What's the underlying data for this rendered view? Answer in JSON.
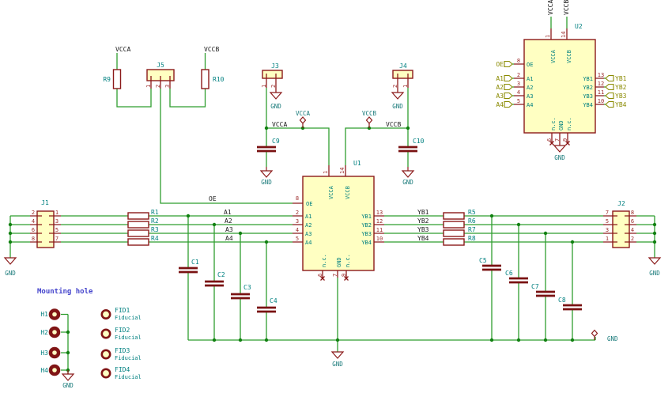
{
  "colors": {
    "wire": "#2f9e2f",
    "component_outline": "#8b1a1a",
    "component_fill": "#ffffc2",
    "pin_number": "#9d2b2b",
    "pin_name": "#008080",
    "reference": "#008080",
    "net_label": "#1a1a1a",
    "global_label": "#8a8a00",
    "power_label": "#157878",
    "note": "#4444cc"
  },
  "power": {
    "gnd": "GND",
    "vcca": "VCCA",
    "vccb": "VCCB"
  },
  "nets": {
    "oe": "OE",
    "vcca": "VCCA",
    "vccb": "VCCB",
    "a": [
      "A1",
      "A2",
      "A3",
      "A4"
    ],
    "yb": [
      "YB1",
      "YB2",
      "YB3",
      "YB4"
    ]
  },
  "ics": {
    "u1": {
      "ref": "U1",
      "top_pins": [
        {
          "num": "1",
          "name": "VCCA"
        },
        {
          "num": "14",
          "name": "VCCB"
        }
      ],
      "left_pins": [
        {
          "num": "8",
          "name": "OE"
        },
        {
          "num": "2",
          "name": "A1"
        },
        {
          "num": "3",
          "name": "A2"
        },
        {
          "num": "4",
          "name": "A3"
        },
        {
          "num": "5",
          "name": "A4"
        }
      ],
      "right_pins": [
        {
          "num": "13",
          "name": "YB1"
        },
        {
          "num": "12",
          "name": "YB2"
        },
        {
          "num": "11",
          "name": "YB3"
        },
        {
          "num": "10",
          "name": "YB4"
        }
      ],
      "bottom_pins": [
        {
          "num": "6",
          "name": "n.c."
        },
        {
          "num": "7",
          "name": "GND"
        },
        {
          "num": "9",
          "name": "n.c."
        }
      ]
    },
    "u2": {
      "ref": "U2",
      "top_pins": [
        {
          "num": "1",
          "name": "VCCA"
        },
        {
          "num": "14",
          "name": "VCCB"
        }
      ],
      "left_pins": [
        {
          "num": "8",
          "name": "OE"
        },
        {
          "num": "2",
          "name": "A1"
        },
        {
          "num": "3",
          "name": "A2"
        },
        {
          "num": "4",
          "name": "A3"
        },
        {
          "num": "5",
          "name": "A4"
        }
      ],
      "right_pins": [
        {
          "num": "13",
          "name": "YB1"
        },
        {
          "num": "12",
          "name": "YB2"
        },
        {
          "num": "11",
          "name": "YB3"
        },
        {
          "num": "10",
          "name": "YB4"
        }
      ],
      "bottom_pins": [
        {
          "num": "6",
          "name": "n.c."
        },
        {
          "num": "7",
          "name": "GND"
        },
        {
          "num": "9",
          "name": "n.c."
        }
      ],
      "input_labels": [
        "OE",
        "A1",
        "A2",
        "A3",
        "A4"
      ],
      "output_labels": [
        "YB1",
        "YB2",
        "YB3",
        "YB4"
      ],
      "supply_labels": [
        "VCCA",
        "VCCB"
      ]
    }
  },
  "connectors": {
    "j1": {
      "ref": "J1",
      "left_pins": [
        "2",
        "4",
        "6",
        "8"
      ],
      "right_pins": [
        "1",
        "3",
        "5",
        "7"
      ]
    },
    "j2": {
      "ref": "J2",
      "left_pins": [
        "7",
        "5",
        "3",
        "1"
      ],
      "right_pins": [
        "8",
        "6",
        "4",
        "2"
      ]
    },
    "j3": {
      "ref": "J3",
      "pins": [
        "1",
        "2"
      ]
    },
    "j4": {
      "ref": "J4",
      "pins": [
        "2",
        "1"
      ]
    },
    "j5": {
      "ref": "J5",
      "pins": [
        "1",
        "2",
        "3"
      ]
    }
  },
  "resistors": [
    {
      "ref": "R1"
    },
    {
      "ref": "R2"
    },
    {
      "ref": "R3"
    },
    {
      "ref": "R4"
    },
    {
      "ref": "R5"
    },
    {
      "ref": "R6"
    },
    {
      "ref": "R7"
    },
    {
      "ref": "R8"
    },
    {
      "ref": "R9"
    },
    {
      "ref": "R10"
    }
  ],
  "capacitors": [
    {
      "ref": "C1"
    },
    {
      "ref": "C2"
    },
    {
      "ref": "C3"
    },
    {
      "ref": "C4"
    },
    {
      "ref": "C5"
    },
    {
      "ref": "C6"
    },
    {
      "ref": "C7"
    },
    {
      "ref": "C8"
    },
    {
      "ref": "C9"
    },
    {
      "ref": "C10"
    }
  ],
  "mounting": {
    "title": "Mounting hole",
    "holes": [
      "H1",
      "H2",
      "H3",
      "H4"
    ]
  },
  "fiducials": [
    {
      "ref": "FID1",
      "value": "Fiducial"
    },
    {
      "ref": "FID2",
      "value": "Fiducial"
    },
    {
      "ref": "FID3",
      "value": "Fiducial"
    },
    {
      "ref": "FID4",
      "value": "Fiducial"
    }
  ]
}
